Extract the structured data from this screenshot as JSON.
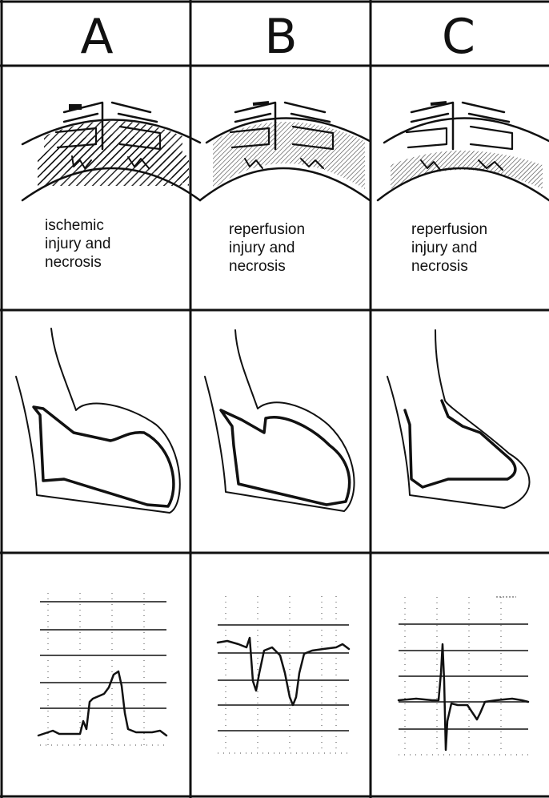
{
  "columns": [
    {
      "label": "A",
      "caption_lines": [
        "ischemic",
        "injury and",
        "necrosis"
      ]
    },
    {
      "label": "B",
      "caption_lines": [
        "reperfusion",
        "injury and",
        "necrosis"
      ]
    },
    {
      "label": "C",
      "caption_lines": [
        "reperfusion",
        "injury and",
        "necrosis"
      ]
    }
  ]
}
